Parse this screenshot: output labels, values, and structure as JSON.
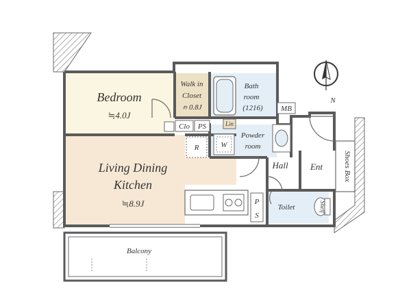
{
  "rooms": {
    "bedroom": {
      "name": "Bedroom",
      "area": "≒4.0J"
    },
    "ldk": {
      "name_line1": "Living Dining",
      "name_line2": "Kitchen",
      "area": "≒8.9J"
    },
    "walk_in_closet": {
      "name_line1": "Walk in",
      "name_line2": "Closet",
      "area_prefix": "約",
      "area": "0.8J"
    },
    "bathroom": {
      "name_line1": "Bath",
      "name_line2": "room",
      "size": "(1216)"
    },
    "powder_room": {
      "name_line1": "Powder",
      "name_line2": "room"
    },
    "hall": {
      "name": "Hall"
    },
    "entrance": {
      "name": "Ent"
    },
    "toilet": {
      "name": "Toilet"
    },
    "balcony": {
      "name": "Balcony"
    }
  },
  "labels": {
    "mb": "MB",
    "clo": "Clo",
    "ps": "PS",
    "lin": "Lin",
    "w": "W",
    "r": "R",
    "ps_vertical_1": "P",
    "ps_vertical_2": "S",
    "shoes_box": "Shoes Box",
    "shelf": "Shelf"
  },
  "compass": {
    "north_label": "N"
  },
  "colors": {
    "wall": "#5a5a5a",
    "bedroom_floor": "#fbf6e1",
    "ldk_floor": "#f7e8d5",
    "closet_floor": "#ede1c5",
    "wet_area_floor": "#e3eef7",
    "entrance_floor": "#ffffff",
    "hatch": "#8a8a8a"
  }
}
